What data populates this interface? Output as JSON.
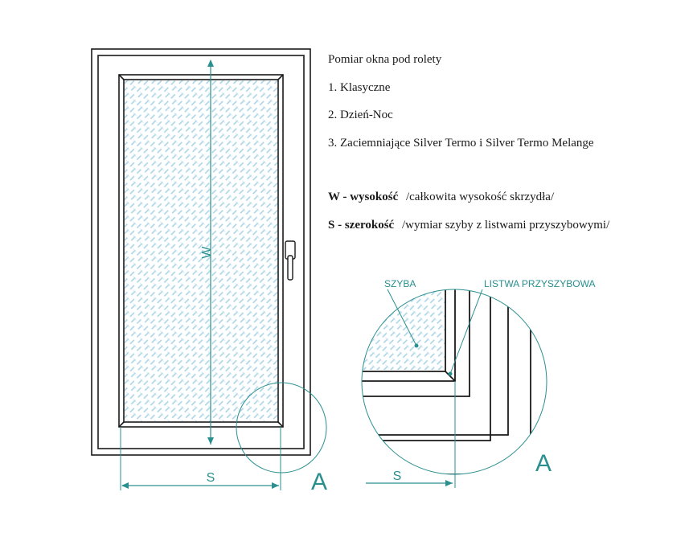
{
  "text_block": {
    "heading": "Pomiar okna pod rolety",
    "items": [
      "1. Klasyczne",
      "2. Dzień-Noc",
      "3. Zaciemniające Silver Termo i Silver Termo Melange"
    ],
    "w_term": "W - wysokość",
    "w_desc": "/całkowita wysokość skrzydła/",
    "s_term": "S - szerokość",
    "s_desc": "/wymiar szyby z listwami przyszybowymi/"
  },
  "diagram": {
    "w_label": "W",
    "s_label": "S",
    "detail_marker": "A",
    "detail_s_label": "S",
    "detail_marker_big": "A",
    "callout_glass": "SZYBA",
    "callout_bead": "LISTWA PRZYSZYBOWA"
  },
  "colors": {
    "accent": "#2a8f8f",
    "hatch": "#a9d4e6",
    "frame": "#1a1a1a"
  }
}
